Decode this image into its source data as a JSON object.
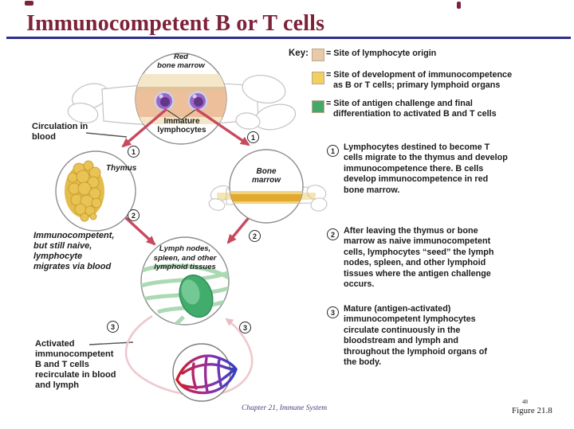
{
  "slide": {
    "title": "Immunocompetent B or T cells",
    "footer_left": "Chapter 21, Immune System",
    "slide_number": "48",
    "figure_ref": "Figure 21.8"
  },
  "key": {
    "label": "Key:",
    "items": [
      {
        "icon": "origin-swatch",
        "color": "#eac9a8",
        "text": "= Site of lymphocyte origin"
      },
      {
        "icon": "development-swatch",
        "color": "#f2cf5e",
        "text": "= Site of development of immunocompetence\nas B or T cells; primary lymphoid organs"
      },
      {
        "icon": "antigen-challenge-swatch",
        "color": "#44a968",
        "text": "= Site of antigen challenge and final\ndifferentiation to activated B and T cells"
      }
    ]
  },
  "steps": [
    {
      "number": "1",
      "text": "Lymphocytes destined to become T\ncells migrate to the thymus and develop\nimmunocompetence there. B cells\ndevelop immunocompetence in red\nbone marrow."
    },
    {
      "number": "2",
      "text": "After leaving the thymus or bone\nmarrow as naive immunocompetent\ncells, lymphocytes “seed” the lymph\nnodes, spleen, and other lymphoid\ntissues where the antigen challenge\noccurs."
    },
    {
      "number": "3",
      "text": "Mature (antigen-activated)\nimmunocompetent lymphocytes\ncirculate continuously in the\nbloodstream and lymph and\nthroughout the lymphoid organs of\nthe body."
    }
  ],
  "diagram": {
    "red_bone_marrow_label": "Red\nbone marrow",
    "immature_lymphocytes_label": "Immature\nlymphocytes",
    "thymus_label": "Thymus",
    "bone_marrow_label": "Bone\nmarrow",
    "lymph_nodes_label": "Lymph nodes,\nspleen, and other\nlymphoid tissues",
    "circulation_label": "Circulation in\nblood",
    "naive_label": "Immunocompetent,\nbut still naive,\nlymphocyte\nmigrates via blood",
    "activated_label": "Activated\nimmunocompetent\nB and T cells\nrecirculate in blood\nand lymph",
    "badges": [
      "1",
      "1",
      "2",
      "2",
      "3",
      "3"
    ]
  },
  "colors": {
    "title_red": "#7d2239",
    "rule_blue": "#2d2d8f",
    "arrow_red": "#c8495e",
    "loop_pink": "#eec8cd",
    "thymus_yellow": "#e9c455",
    "marrow_gold": "#e2a92f",
    "lymph_green": "#42ac6c",
    "lymphocyte_purple": "#9a68c2",
    "capillary_red": "#cc1f1f",
    "capillary_blue": "#2e3ec2"
  }
}
